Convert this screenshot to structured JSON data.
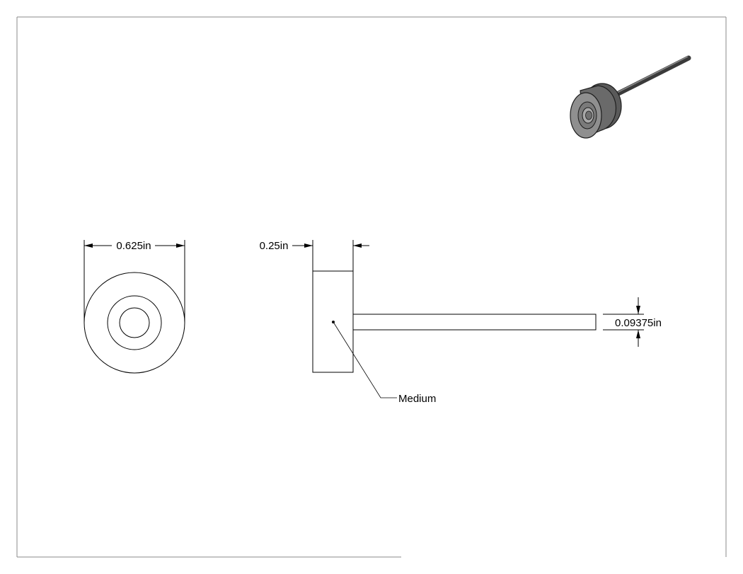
{
  "drawing": {
    "colors": {
      "line": "#000000",
      "border": "#888888",
      "shade_dark": "#5a5a5a",
      "shade_mid": "#7a7a7a",
      "shade_light": "#9a9a9a"
    },
    "front_view": {
      "diameter_label": "0.625in"
    },
    "side_view": {
      "width_label": "0.25in",
      "shaft_diameter_label": "0.09375in"
    },
    "callout": {
      "label": "Medium"
    }
  }
}
